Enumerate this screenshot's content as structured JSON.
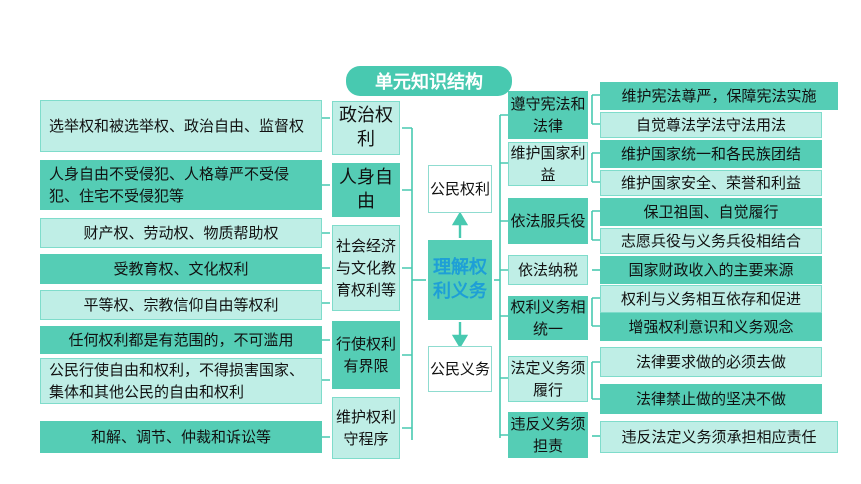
{
  "title": "单元知识结构",
  "core": "理解权利义务",
  "rights": "公民权利",
  "duties": "公民义务",
  "left_categories": [
    "政治权利",
    "人身自由",
    "社会经济与文化教育权利等",
    "行使权利有界限",
    "维护权利守程序"
  ],
  "left_details": [
    "选举权和被选举权、政治自由、监督权",
    "人身自由不受侵犯、人格尊严不受侵犯、住宅不受侵犯等",
    "财产权、劳动权、物质帮助权",
    "受教育权、文化权利",
    "平等权、宗教信仰自由等权利",
    "任何权利都是有范围的，不可滥用",
    "公民行使自由和权利，不得损害国家、集体和其他公民的自由和权利",
    "和解、调节、仲裁和诉讼等"
  ],
  "right_categories": [
    "遵守宪法和法律",
    "维护国家利益",
    "依法服兵役",
    "依法纳税",
    "权利义务相统一",
    "法定义务须履行",
    "违反义务须担责"
  ],
  "right_details": [
    "维护宪法尊严，保障宪法实施",
    "自觉尊法学法守法用法",
    "维护国家统一和各民族团结",
    "维护国家安全、荣誉和利益",
    "保卫祖国、自觉履行",
    "志愿兵役与义务兵役相结合",
    "国家财政收入的主要来源",
    "权利与义务相互依存和促进",
    "增强权利意识和义务观念",
    "法律要求做的必须去做",
    "法律禁止做的坚决不做",
    "违反法定义务须承担相应责任"
  ]
}
